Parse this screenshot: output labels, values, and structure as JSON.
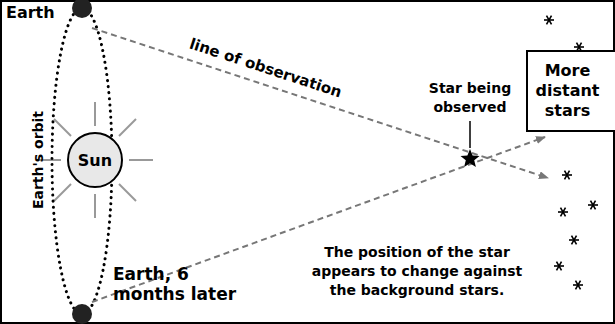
{
  "diagram": {
    "nodes": [
      {
        "text": [
          "Sun"
        ]
      },
      {
        "text": [
          "More distant stars"
        ]
      }
    ],
    "labels": [
      "Earth",
      "line of observation",
      "Star being observed",
      "Earth's orbit",
      "Earth, 6 months later",
      "The position of the star appears to change against the background stars."
    ]
  }
}
